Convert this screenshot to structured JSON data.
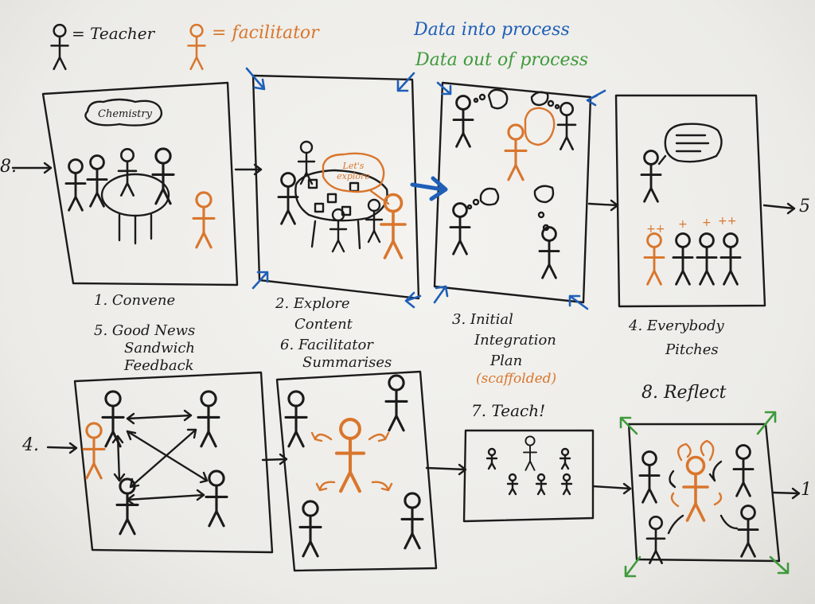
{
  "legend": {
    "teacher": "= Teacher",
    "facilitator": "= facilitator",
    "data_into_process": "Data into process",
    "data_out_of_process": "Data out of process"
  },
  "colors": {
    "ink": "#1b1b1b",
    "facilitator": "#d9762d",
    "data_in": "#1f5fb8",
    "data_out": "#3f9a3c"
  },
  "entry_labels": {
    "row1_left": "8.",
    "row1_right": "5",
    "row2_left": "4.",
    "row2_right": "1"
  },
  "bubbles": {
    "chemistry": "Chemistry",
    "lets_explore": "Let's explore"
  },
  "steps": {
    "convene": "1. Convene",
    "explore_line1": "2. Explore",
    "explore_line2": "Content",
    "initial_line1": "3. Initial",
    "initial_line2": "Integration",
    "initial_line3": "Plan",
    "initial_note": "(scaffolded)",
    "pitches_line1": "4. Everybody",
    "pitches_line2": "Pitches",
    "goodnews_line1": "5. Good News",
    "goodnews_line2": "Sandwich",
    "goodnews_line3": "Feedback",
    "summarises_line1": "6. Facilitator",
    "summarises_line2": "Summarises",
    "teach": "7. Teach!",
    "reflect": "8. Reflect"
  },
  "plus_marks": {
    "p1": "++",
    "p2": "+",
    "p3": "+",
    "p4": "++"
  }
}
